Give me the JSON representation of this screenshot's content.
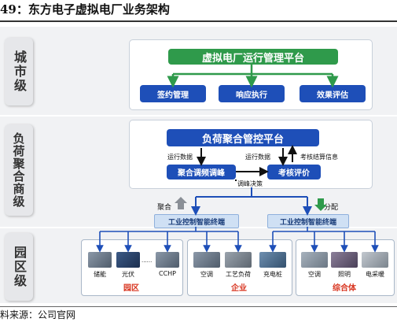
{
  "header": {
    "title": "49：东方电子虚拟电厂业务架构"
  },
  "layers": {
    "city": "城市级",
    "aggregator": "负荷聚合商级",
    "park": "园区级"
  },
  "vpp": {
    "platform": "虚拟电厂运行管理平台",
    "modules": [
      "签约管理",
      "响应执行",
      "效果评估"
    ]
  },
  "aggregator": {
    "platform": "负荷聚合管控平台",
    "run_data_left": "运行数据",
    "run_data_mid": "运行数据",
    "settlement_info": "考核结算信息",
    "scheduling": "聚合调频调峰",
    "evaluation": "考核评价",
    "decision": "调峰决策"
  },
  "flows": {
    "aggregate": "聚合",
    "distribute": "分配"
  },
  "terminals": {
    "left": "工业控制智能终端",
    "right": "工业控制智能终端"
  },
  "park_groups": [
    {
      "name": "园区",
      "items": [
        "储能",
        "光伏",
        "CCHP"
      ],
      "ellipsis": "......"
    },
    {
      "name": "企业",
      "items": [
        "空调",
        "工艺负荷",
        "充电桩"
      ],
      "ellipsis": ""
    },
    {
      "name": "综合体",
      "items": [
        "空调",
        "照明",
        "电采暖"
      ],
      "ellipsis": ""
    }
  ],
  "source": "料来源：公司官网",
  "colors": {
    "green": "#2f9a4b",
    "blue": "#1e4fb8",
    "highlight": "#d8341f",
    "light_blue": "#cfe0f4"
  }
}
